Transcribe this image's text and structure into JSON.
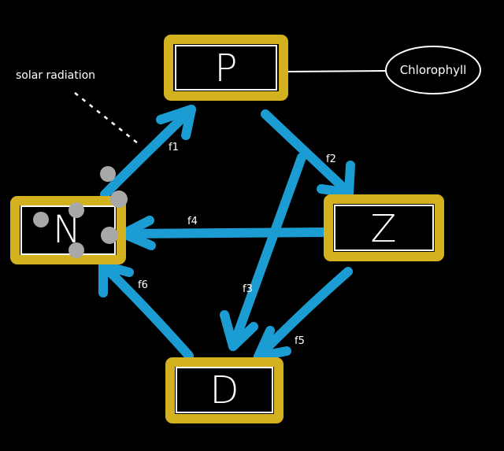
{
  "nodes": {
    "P": {
      "label": "P"
    },
    "Z": {
      "label": "Z"
    },
    "N": {
      "label": "N"
    },
    "D": {
      "label": "D"
    }
  },
  "flows": [
    {
      "id": "f1",
      "label": "f1",
      "from": "N",
      "to": "P"
    },
    {
      "id": "f2",
      "label": "f2",
      "from": "P",
      "to": "Z"
    },
    {
      "id": "f3",
      "label": "f3",
      "from": "P",
      "to": "D"
    },
    {
      "id": "f4",
      "label": "f4",
      "from": "Z",
      "to": "N"
    },
    {
      "id": "f5",
      "label": "f5",
      "from": "Z",
      "to": "D"
    },
    {
      "id": "f6",
      "label": "f6",
      "from": "D",
      "to": "N"
    }
  ],
  "annotations": {
    "solar_radiation": "solar radiation",
    "chlorophyll": "Chlorophyll"
  },
  "colors": {
    "box_border": "#d4b11e",
    "arrow": "#1b9cd2",
    "nutrient_dots": "#a8a8a8",
    "background": "#000000"
  }
}
